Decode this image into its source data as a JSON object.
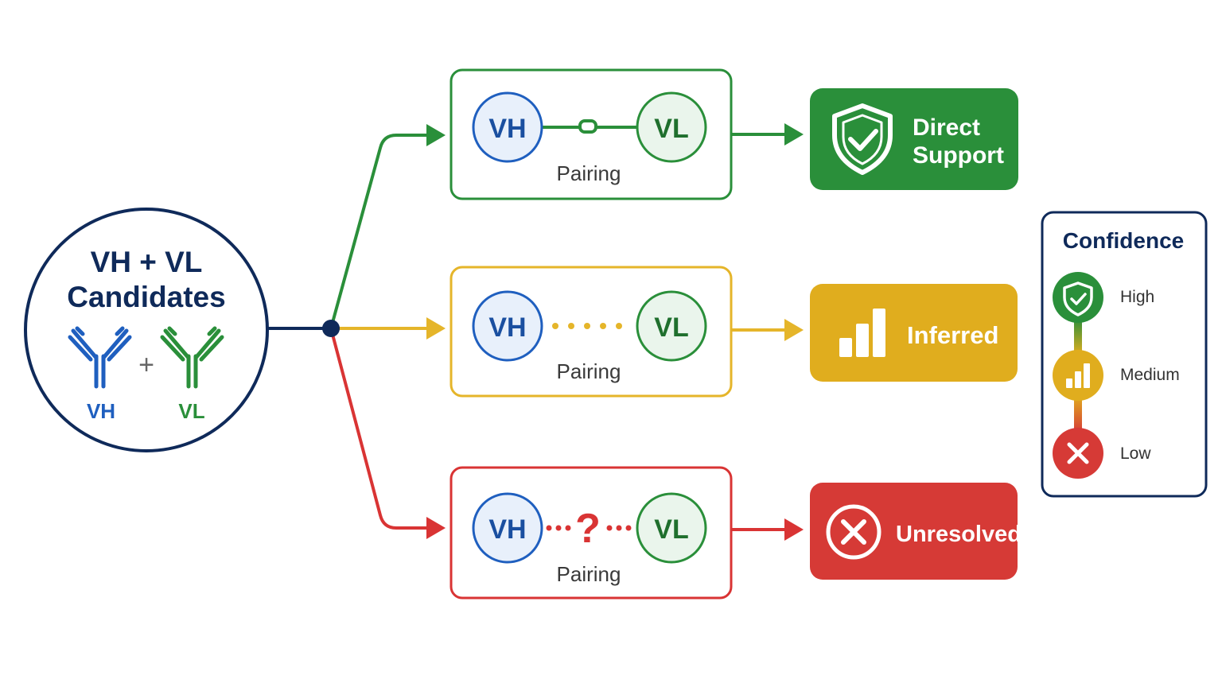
{
  "source": {
    "title_line1": "VH + VL",
    "title_line2": "Candidates",
    "vh_label": "VH",
    "vl_label": "VL",
    "plus": "+"
  },
  "pairings": [
    {
      "vh": "VH",
      "vl": "VL",
      "label": "Pairing",
      "link": "linker",
      "color": "#2a8f3a"
    },
    {
      "vh": "VH",
      "vl": "VL",
      "label": "Pairing",
      "link": "dotted",
      "color": "#e5b52a"
    },
    {
      "vh": "VH",
      "vl": "VL",
      "label": "Pairing",
      "link": "question",
      "question_mark": "?",
      "color": "#d93434"
    }
  ],
  "outcomes": [
    {
      "line1": "Direct",
      "line2": "Support",
      "icon": "shield-check-icon",
      "color": "#2a8f3a"
    },
    {
      "line1": "Inferred",
      "icon": "bar-chart-icon",
      "color": "#e0ad1e"
    },
    {
      "line1": "Unresolved",
      "icon": "x-circle-icon",
      "color": "#d63a36"
    }
  ],
  "legend": {
    "title": "Confidence",
    "items": [
      {
        "label": "High",
        "icon": "shield-check-icon",
        "color": "#2a8f3a"
      },
      {
        "label": "Medium",
        "icon": "bar-chart-icon",
        "color": "#e0ad1e"
      },
      {
        "label": "Low",
        "icon": "x-icon",
        "color": "#d63a36"
      }
    ]
  },
  "colors": {
    "navy": "#0f2a5a",
    "vh_blue": "#1f5fbf",
    "vl_green": "#2a8f3a",
    "green": "#2a8f3a",
    "yellow": "#e5b52a",
    "red": "#d93434"
  }
}
